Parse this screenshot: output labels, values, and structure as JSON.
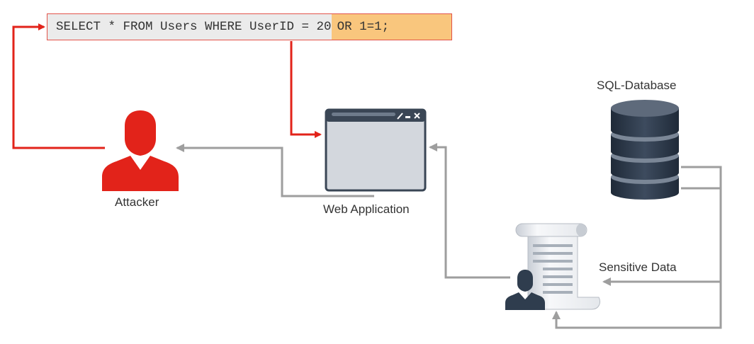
{
  "query": {
    "main": "SELECT * FROM Users WHERE UserID = 20",
    "injected": "OR 1=1;"
  },
  "labels": {
    "attacker": "Attacker",
    "web_app": "Web Application",
    "database": "SQL-Database",
    "sensitive": "Sensitive Data"
  },
  "colors": {
    "attack": "#e2231a",
    "flow": "#9e9e9e",
    "highlight": "#f9c67d",
    "dark": "#2f3d4e"
  },
  "icons": {
    "attacker": "person-icon",
    "web_app": "browser-window-icon",
    "database": "database-icon",
    "document": "scroll-document-icon"
  }
}
